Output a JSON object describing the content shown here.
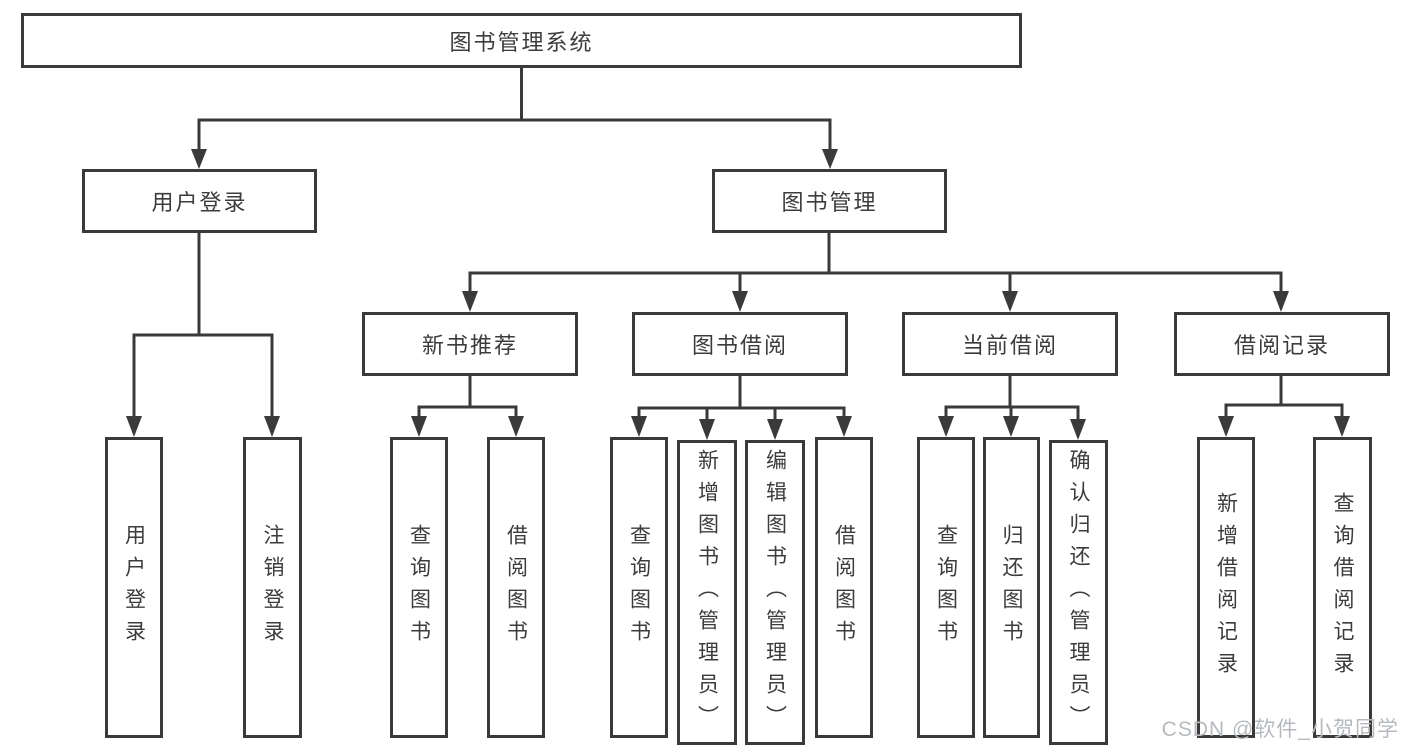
{
  "diagram": {
    "root": {
      "label": "图书管理系统"
    },
    "level1": [
      {
        "label": "用户登录",
        "children": [
          {
            "label": "用户登录"
          },
          {
            "label": "注销登录"
          }
        ]
      },
      {
        "label": "图书管理",
        "children": [
          {
            "label": "新书推荐",
            "children": [
              {
                "label": "查询图书"
              },
              {
                "label": "借阅图书"
              }
            ]
          },
          {
            "label": "图书借阅",
            "children": [
              {
                "label": "查询图书"
              },
              {
                "label": "新增图书（管理员）"
              },
              {
                "label": "编辑图书（管理员）"
              },
              {
                "label": "借阅图书"
              }
            ]
          },
          {
            "label": "当前借阅",
            "children": [
              {
                "label": "查询图书"
              },
              {
                "label": "归还图书"
              },
              {
                "label": "确认归还（管理员）"
              }
            ]
          },
          {
            "label": "借阅记录",
            "children": [
              {
                "label": "新增借阅记录"
              },
              {
                "label": "查询借阅记录"
              }
            ]
          }
        ]
      }
    ]
  },
  "watermark": {
    "text": "CSDN @软件_小贺同学"
  },
  "colors": {
    "line": "#3a3a3a",
    "text": "#3c3c3c",
    "watermark": "#b6babe",
    "background": "#ffffff"
  }
}
